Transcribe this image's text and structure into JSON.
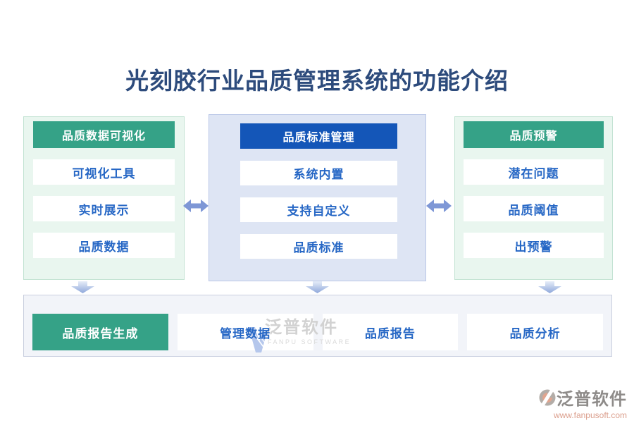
{
  "title": "光刻胶行业品质管理系统的功能介绍",
  "columns": [
    {
      "header": "品质数据可视化",
      "theme": "green",
      "items": [
        "可视化工具",
        "实时展示",
        "品质数据"
      ]
    },
    {
      "header": "品质标准管理",
      "theme": "blue",
      "items": [
        "系统内置",
        "支持自定义",
        "品质标准"
      ]
    },
    {
      "header": "品质预警",
      "theme": "green",
      "items": [
        "潜在问题",
        "品质阈值",
        "出预警"
      ]
    }
  ],
  "bottom_row": [
    {
      "label": "品质报告生成",
      "theme": "green"
    },
    {
      "label": "管理数据",
      "theme": "white"
    },
    {
      "label": "品质报告",
      "theme": "white"
    },
    {
      "label": "品质分析",
      "theme": "white"
    }
  ],
  "watermarks": {
    "center": {
      "brand": "泛普软件",
      "subtitle": "FANPU SOFTWARE"
    },
    "corner": {
      "brand": "泛普软件",
      "url": "www.fanpusoft.com"
    }
  },
  "icons": {
    "double_arrow": "left-right-arrow",
    "down_arrow": "down-arrow"
  },
  "colors": {
    "green": "#35a287",
    "blue_header": "#1456b8",
    "item_text": "#2667c5",
    "title_text": "#2d4b7c",
    "panel_green_bg": "#e9f6ef",
    "panel_blue_bg": "#dee5f4",
    "bottom_bg": "#f2f4f9",
    "arrow": "#7e97d6",
    "watermark_url": "#db9f8d"
  }
}
